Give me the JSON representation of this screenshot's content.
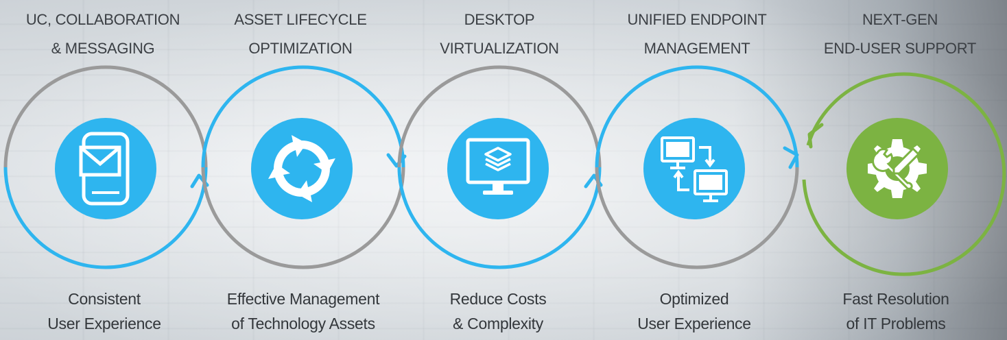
{
  "colors": {
    "blue": "#2eb5ef",
    "gray": "#9a9a9a",
    "green": "#7cb342",
    "title_text": "#3b3f44",
    "caption_text": "#33373b"
  },
  "stages": [
    {
      "title_lines": [
        "UC, COLLABORATION",
        "& MESSAGING"
      ],
      "caption_lines": [
        "Consistent",
        "User Experience"
      ],
      "icon": "mobile-mail-icon",
      "ring": "gray-blue"
    },
    {
      "title_lines": [
        "ASSET LIFECYCLE",
        "OPTIMIZATION"
      ],
      "caption_lines": [
        "Effective Management",
        "of Technology Assets"
      ],
      "icon": "refresh-cycle-icon",
      "ring": "blue-gray"
    },
    {
      "title_lines": [
        "DESKTOP",
        "VIRTUALIZATION"
      ],
      "caption_lines": [
        "Reduce Costs",
        "& Complexity"
      ],
      "icon": "monitor-layers-icon",
      "ring": "gray-blue"
    },
    {
      "title_lines": [
        "UNIFIED ENDPOINT",
        "MANAGEMENT"
      ],
      "caption_lines": [
        "Optimized",
        "User Experience"
      ],
      "icon": "computer-sync-icon",
      "ring": "blue-gray"
    },
    {
      "title_lines": [
        "NEXT-GEN",
        "END-USER SUPPORT"
      ],
      "caption_lines": [
        "Fast Resolution",
        "of IT Problems"
      ],
      "icon": "gear-wrench-icon",
      "ring": "green"
    }
  ]
}
